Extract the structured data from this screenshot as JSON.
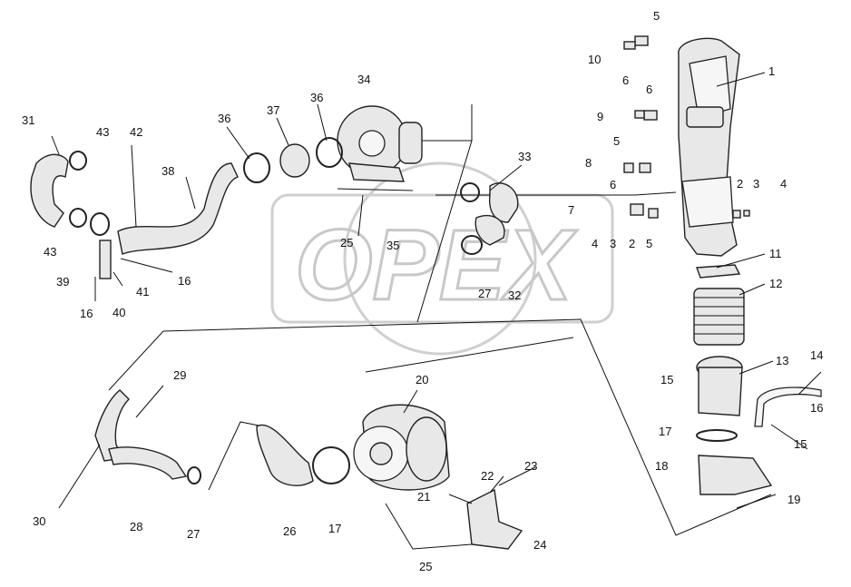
{
  "watermark": {
    "text": "OPEX"
  },
  "labels": [
    {
      "id": "l1",
      "text": "1"
    },
    {
      "id": "l2a",
      "text": "2"
    },
    {
      "id": "l2b",
      "text": "2"
    },
    {
      "id": "l3a",
      "text": "3"
    },
    {
      "id": "l3b",
      "text": "3"
    },
    {
      "id": "l4a",
      "text": "4"
    },
    {
      "id": "l4b",
      "text": "4"
    },
    {
      "id": "l5a",
      "text": "5"
    },
    {
      "id": "l5b",
      "text": "5"
    },
    {
      "id": "l5c",
      "text": "5"
    },
    {
      "id": "l6a",
      "text": "6"
    },
    {
      "id": "l6b",
      "text": "6"
    },
    {
      "id": "l6c",
      "text": "6"
    },
    {
      "id": "l7",
      "text": "7"
    },
    {
      "id": "l8",
      "text": "8"
    },
    {
      "id": "l9",
      "text": "9"
    },
    {
      "id": "l10",
      "text": "10"
    },
    {
      "id": "l11",
      "text": "11"
    },
    {
      "id": "l12",
      "text": "12"
    },
    {
      "id": "l13",
      "text": "13"
    },
    {
      "id": "l14",
      "text": "14"
    },
    {
      "id": "l15a",
      "text": "15"
    },
    {
      "id": "l15b",
      "text": "15"
    },
    {
      "id": "l16a",
      "text": "16"
    },
    {
      "id": "l16b",
      "text": "16"
    },
    {
      "id": "l16c",
      "text": "16"
    },
    {
      "id": "l17a",
      "text": "17"
    },
    {
      "id": "l17b",
      "text": "17"
    },
    {
      "id": "l18",
      "text": "18"
    },
    {
      "id": "l19",
      "text": "19"
    },
    {
      "id": "l20",
      "text": "20"
    },
    {
      "id": "l21",
      "text": "21"
    },
    {
      "id": "l22",
      "text": "22"
    },
    {
      "id": "l23",
      "text": "23"
    },
    {
      "id": "l24",
      "text": "24"
    },
    {
      "id": "l25a",
      "text": "25"
    },
    {
      "id": "l25b",
      "text": "25"
    },
    {
      "id": "l26",
      "text": "26"
    },
    {
      "id": "l27a",
      "text": "27"
    },
    {
      "id": "l27b",
      "text": "27"
    },
    {
      "id": "l28",
      "text": "28"
    },
    {
      "id": "l29",
      "text": "29"
    },
    {
      "id": "l30",
      "text": "30"
    },
    {
      "id": "l31",
      "text": "31"
    },
    {
      "id": "l32",
      "text": "32"
    },
    {
      "id": "l33",
      "text": "33"
    },
    {
      "id": "l34",
      "text": "34"
    },
    {
      "id": "l35",
      "text": "35"
    },
    {
      "id": "l36a",
      "text": "36"
    },
    {
      "id": "l36b",
      "text": "36"
    },
    {
      "id": "l37",
      "text": "37"
    },
    {
      "id": "l38",
      "text": "38"
    },
    {
      "id": "l39",
      "text": "39"
    },
    {
      "id": "l40",
      "text": "40"
    },
    {
      "id": "l41",
      "text": "41"
    },
    {
      "id": "l42",
      "text": "42"
    },
    {
      "id": "l43a",
      "text": "43"
    },
    {
      "id": "l43b",
      "text": "43"
    }
  ]
}
